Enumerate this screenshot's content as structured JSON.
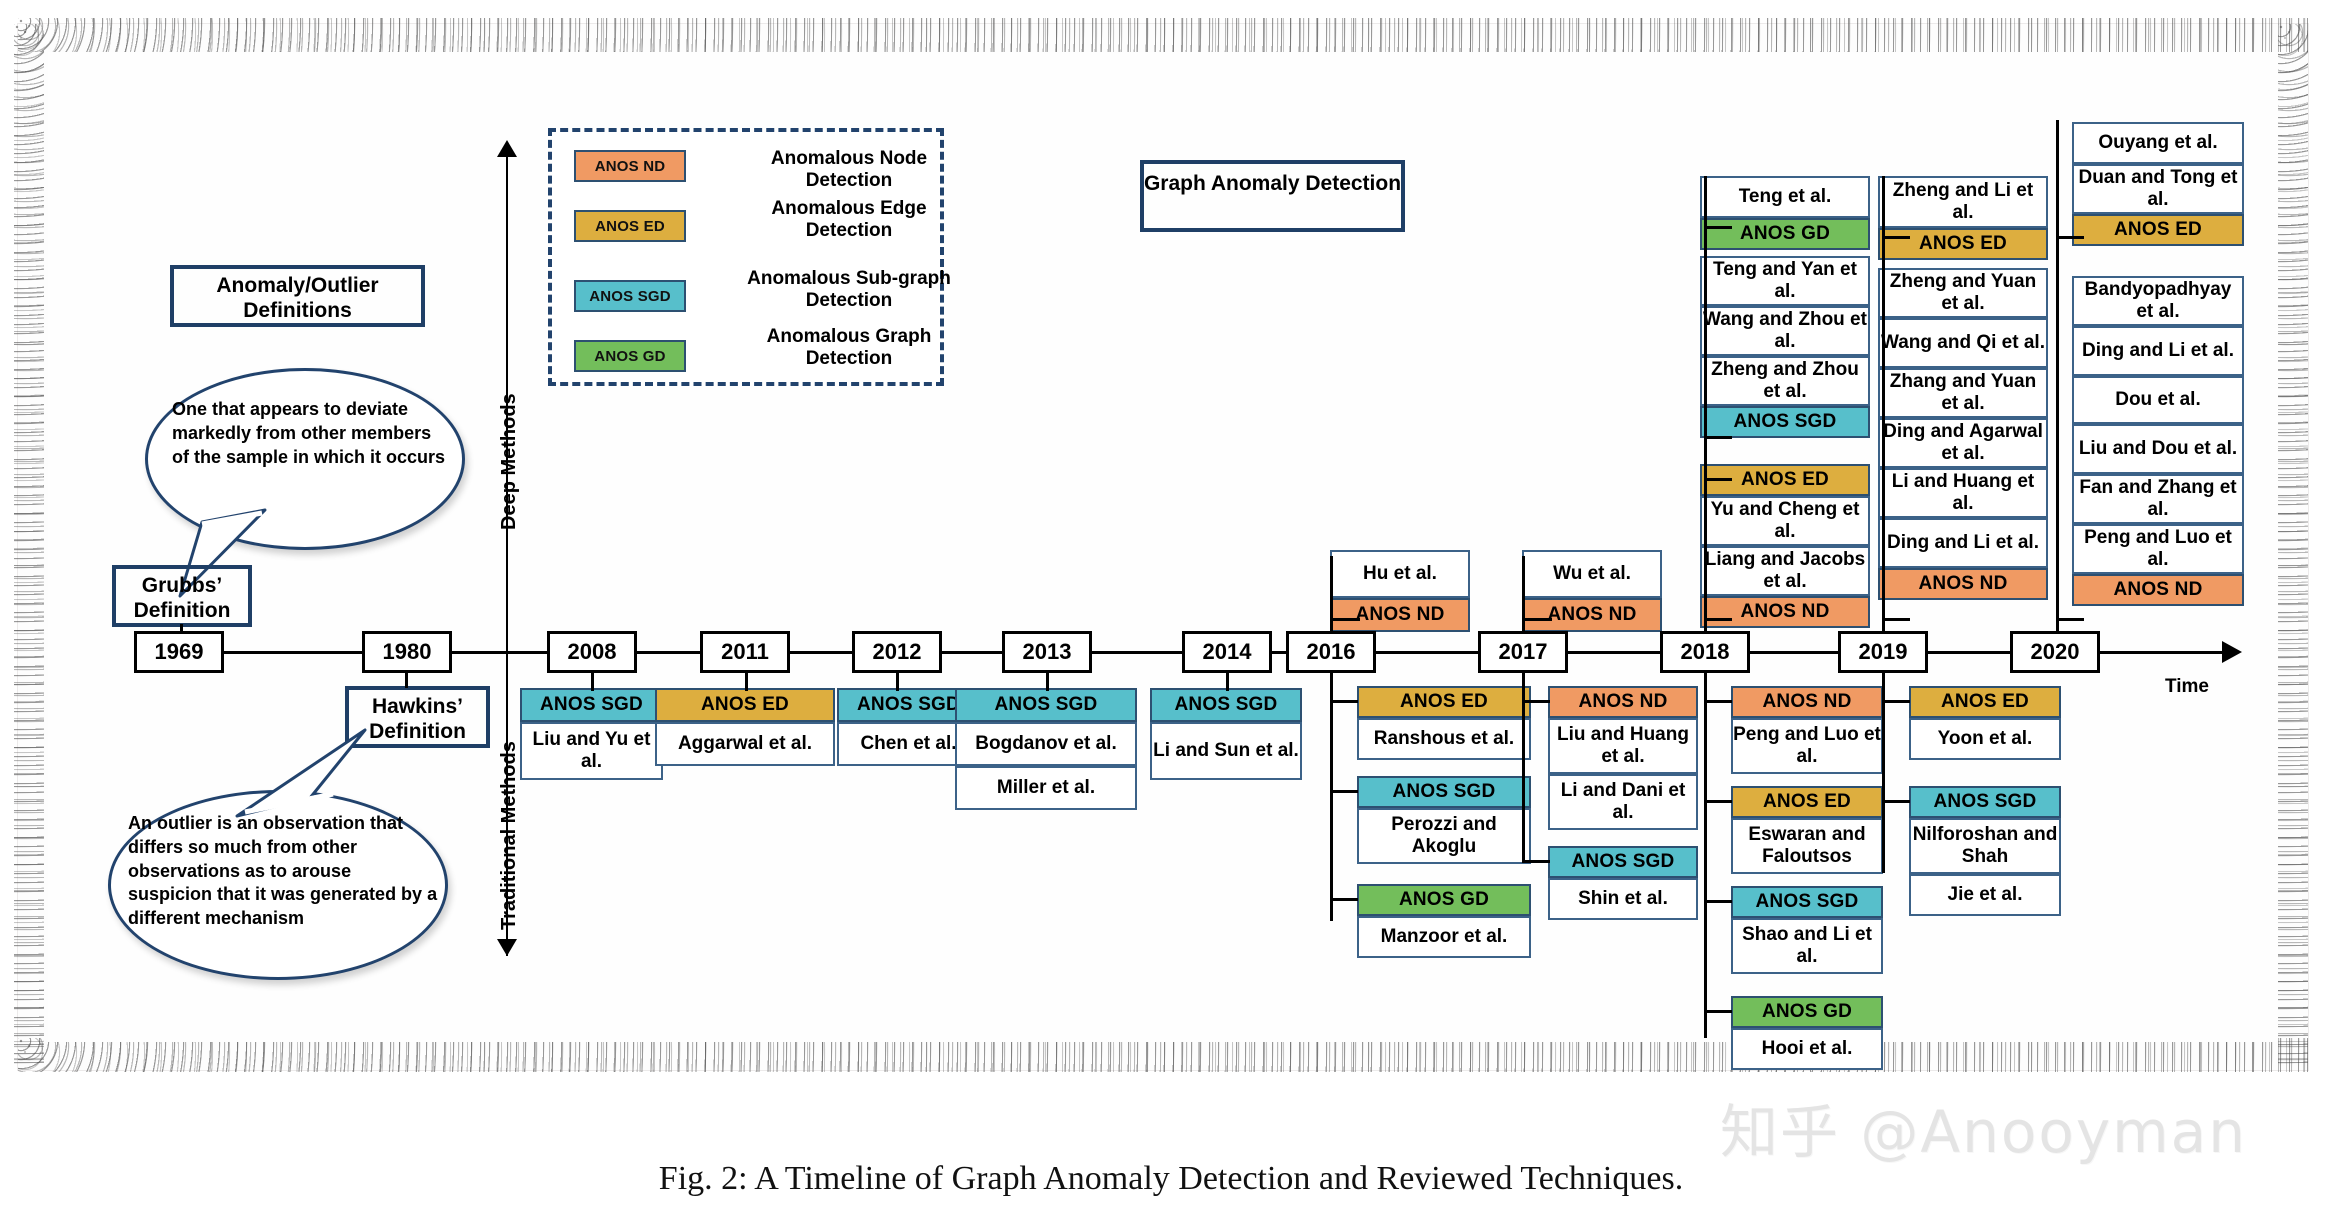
{
  "figure": {
    "caption": "Fig. 2: A Timeline of Graph Anomaly Detection and Reviewed Techniques.",
    "watermark": "知乎 @Anooyman"
  },
  "colors": {
    "anos_nd": "#F09A63",
    "anos_ed": "#DDAE3F",
    "anos_sgd": "#57BFCB",
    "anos_gd": "#73BE5B",
    "box_border": "#3C6288",
    "bracket": "#1F3F66",
    "axis": "#000000"
  },
  "legend": {
    "items": [
      {
        "tag": "ANOS ND",
        "color_key": "anos_nd",
        "description": "Anomalous Node Detection"
      },
      {
        "tag": "ANOS ED",
        "color_key": "anos_ed",
        "description": "Anomalous Edge Detection"
      },
      {
        "tag": "ANOS SGD",
        "color_key": "anos_sgd",
        "description": "Anomalous Sub-graph Detection"
      },
      {
        "tag": "ANOS GD",
        "color_key": "anos_gd",
        "description": "Anomalous Graph Detection"
      }
    ]
  },
  "brackets": {
    "definitions": "Anomaly/Outlier Definitions",
    "graph_anomaly_detection": "Graph Anomaly Detection",
    "grubbs": "Grubbs’ Definition",
    "hawkins": "Hawkins’ Definition"
  },
  "bubbles": {
    "grubbs": "One that appears to deviate markedly from other members of the sample in which it occurs",
    "hawkins": "An outlier is an observation that differs so much from other observations as to arouse suspicion that it was generated by a different mechanism"
  },
  "method_axis": {
    "top_label": "Deep Methods",
    "bottom_label": "Traditional Methods"
  },
  "timeline": {
    "time_label": "Time",
    "years": [
      "1969",
      "1980",
      "2008",
      "2011",
      "2012",
      "2013",
      "2014",
      "2016",
      "2017",
      "2018",
      "2019",
      "2020"
    ]
  },
  "chart_data": {
    "type": "timeline",
    "title": "A Timeline of Graph Anomaly Detection and Reviewed Techniques",
    "xlabel": "Time",
    "x_ticks": [
      "1969",
      "1980",
      "2008",
      "2011",
      "2012",
      "2013",
      "2014",
      "2016",
      "2017",
      "2018",
      "2019",
      "2020"
    ],
    "lanes": [
      "Deep Methods (above axis)",
      "Traditional Methods (below axis)"
    ],
    "legend": [
      "ANOS ND",
      "ANOS ED",
      "ANOS SGD",
      "ANOS GD"
    ],
    "entries": [
      {
        "year": "1969",
        "lane": "above",
        "type": "definition",
        "label": "Grubbs’ Definition"
      },
      {
        "year": "1980",
        "lane": "below",
        "type": "definition",
        "label": "Hawkins’ Definition"
      },
      {
        "year": "2008",
        "lane": "below",
        "tag": "ANOS SGD",
        "works": [
          "Liu and Yu et al."
        ]
      },
      {
        "year": "2011",
        "lane": "below",
        "tag": "ANOS ED",
        "works": [
          "Aggarwal et al."
        ]
      },
      {
        "year": "2012",
        "lane": "below",
        "tag": "ANOS SGD",
        "works": [
          "Chen et al."
        ]
      },
      {
        "year": "2013",
        "lane": "below",
        "tag": "ANOS SGD",
        "works": [
          "Bogdanov et al.",
          "Miller et al."
        ]
      },
      {
        "year": "2014",
        "lane": "below",
        "tag": "ANOS SGD",
        "works": [
          "Li and Sun et al."
        ]
      },
      {
        "year": "2016",
        "lane": "above",
        "tag": "ANOS ND",
        "works": [
          "Hu et al."
        ]
      },
      {
        "year": "2016",
        "lane": "below",
        "tag": "ANOS ED",
        "works": [
          "Ranshous et al."
        ]
      },
      {
        "year": "2016",
        "lane": "below",
        "tag": "ANOS SGD",
        "works": [
          "Perozzi and Akoglu"
        ]
      },
      {
        "year": "2016",
        "lane": "below",
        "tag": "ANOS GD",
        "works": [
          "Manzoor et al."
        ]
      },
      {
        "year": "2017",
        "lane": "above",
        "tag": "ANOS ND",
        "works": [
          "Wu et al."
        ]
      },
      {
        "year": "2017",
        "lane": "below",
        "tag": "ANOS ND",
        "works": [
          "Liu and Huang et al.",
          "Li and Dani et al."
        ]
      },
      {
        "year": "2017",
        "lane": "below",
        "tag": "ANOS SGD",
        "works": [
          "Shin et al."
        ]
      },
      {
        "year": "2018",
        "lane": "above",
        "tag": "ANOS GD",
        "works": [
          "Teng et al."
        ]
      },
      {
        "year": "2018",
        "lane": "above",
        "tag": "ANOS SGD",
        "works": [
          "Teng and Yan et al.",
          "Wang and Zhou et al.",
          "Zheng and Zhou et al."
        ]
      },
      {
        "year": "2018",
        "lane": "above",
        "tag": "ANOS ED",
        "works": []
      },
      {
        "year": "2018",
        "lane": "above",
        "tag": "ANOS ND",
        "works": [
          "Yu and Cheng et al.",
          "Liang and Jacobs et al."
        ]
      },
      {
        "year": "2018",
        "lane": "below",
        "tag": "ANOS ND",
        "works": [
          "Peng and Luo et al."
        ]
      },
      {
        "year": "2018",
        "lane": "below",
        "tag": "ANOS ED",
        "works": [
          "Eswaran and Faloutsos"
        ]
      },
      {
        "year": "2018",
        "lane": "below",
        "tag": "ANOS SGD",
        "works": [
          "Shao and Li et al."
        ]
      },
      {
        "year": "2018",
        "lane": "below",
        "tag": "ANOS GD",
        "works": [
          "Hooi et al."
        ]
      },
      {
        "year": "2019",
        "lane": "above",
        "tag": "ANOS ED",
        "works": [
          "Zheng and Li et al."
        ]
      },
      {
        "year": "2019",
        "lane": "above",
        "tag": "ANOS ND",
        "works": [
          "Zheng and Yuan et al.",
          "Wang and Qi et al.",
          "Zhang and Yuan et al.",
          "Ding and Agarwal et al.",
          "Li and Huang et al.",
          "Ding and Li et al."
        ]
      },
      {
        "year": "2019",
        "lane": "below",
        "tag": "ANOS ED",
        "works": [
          "Yoon et al."
        ]
      },
      {
        "year": "2019",
        "lane": "below",
        "tag": "ANOS SGD",
        "works": [
          "Nilforoshan and Shah",
          "Jie et al."
        ]
      },
      {
        "year": "2020",
        "lane": "above",
        "tag": "ANOS ED",
        "works": [
          "Ouyang et al.",
          "Duan and Tong et al."
        ]
      },
      {
        "year": "2020",
        "lane": "above",
        "tag": "ANOS ND",
        "works": [
          "Bandyopadhyay et al.",
          "Ding and Li et al.",
          "Dou et al.",
          "Liu and Dou et al.",
          "Fan and Zhang et al.",
          "Peng and Luo et al."
        ]
      }
    ]
  }
}
